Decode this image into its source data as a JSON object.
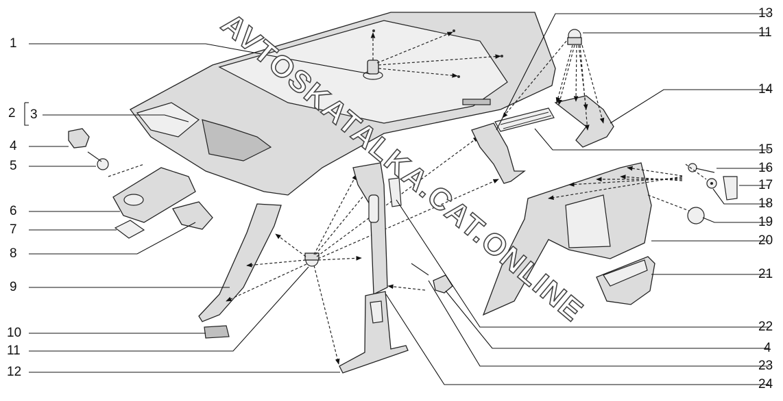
{
  "watermark": "AVTOSKATALKA.CAT.ONLINE",
  "labels": {
    "l1": "1",
    "l2": "2",
    "l3": "3",
    "l4": "4",
    "l5": "5",
    "l6": "6",
    "l7": "7",
    "l8": "8",
    "l9": "9",
    "l10": "10",
    "l11a": "11",
    "l12": "12",
    "l11b": "11",
    "l13": "13",
    "l14": "14",
    "l15": "15",
    "l16": "16",
    "l17": "17",
    "l18": "18",
    "l19": "19",
    "l20": "20",
    "l21": "21",
    "l22": "22",
    "l4b": "4",
    "l23": "23",
    "l24": "24"
  }
}
